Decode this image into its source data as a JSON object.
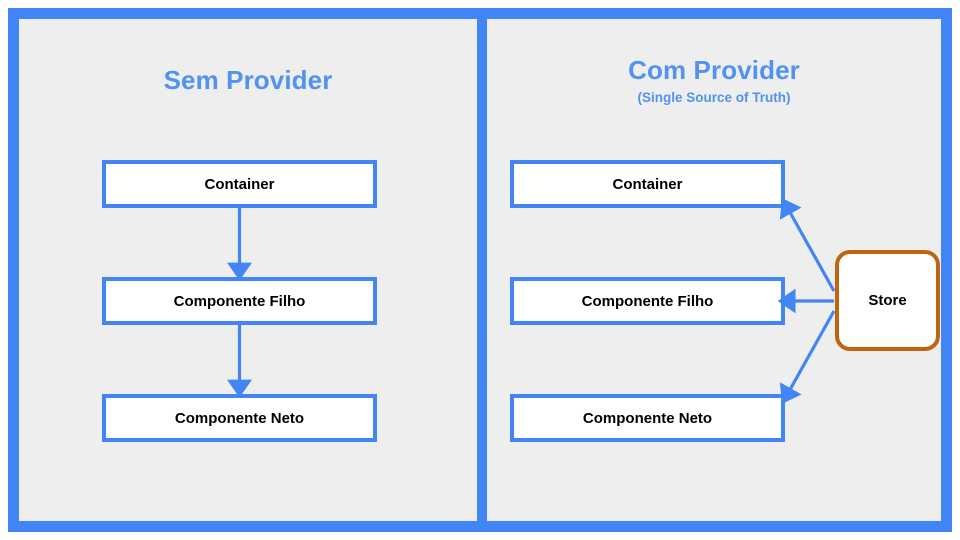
{
  "diagram": {
    "title_absent": true,
    "colors": {
      "frame_blue": "#4285F4",
      "panel_background": "#EEEEEE",
      "node_border": "#4285F4",
      "node_fill": "#FFFFFF",
      "heading_blue": "#5193F3",
      "store_border": "#BF6511",
      "arrow_blue": "#4285F4",
      "text_black": "#000000"
    }
  },
  "left_panel": {
    "title": "Sem Provider",
    "nodes": [
      {
        "label": "Container"
      },
      {
        "label": "Componente Filho"
      },
      {
        "label": "Componente Neto"
      }
    ],
    "flow_description": "Container -> Componente Filho -> Componente Neto"
  },
  "right_panel": {
    "title": "Com Provider",
    "subtitle": "(Single Source of Truth)",
    "nodes": [
      {
        "label": "Container"
      },
      {
        "label": "Componente Filho"
      },
      {
        "label": "Componente Neto"
      }
    ],
    "store": {
      "label": "Store"
    },
    "flow_description": "Store -> Container, Store -> Componente Filho, Store -> Componente Neto"
  }
}
